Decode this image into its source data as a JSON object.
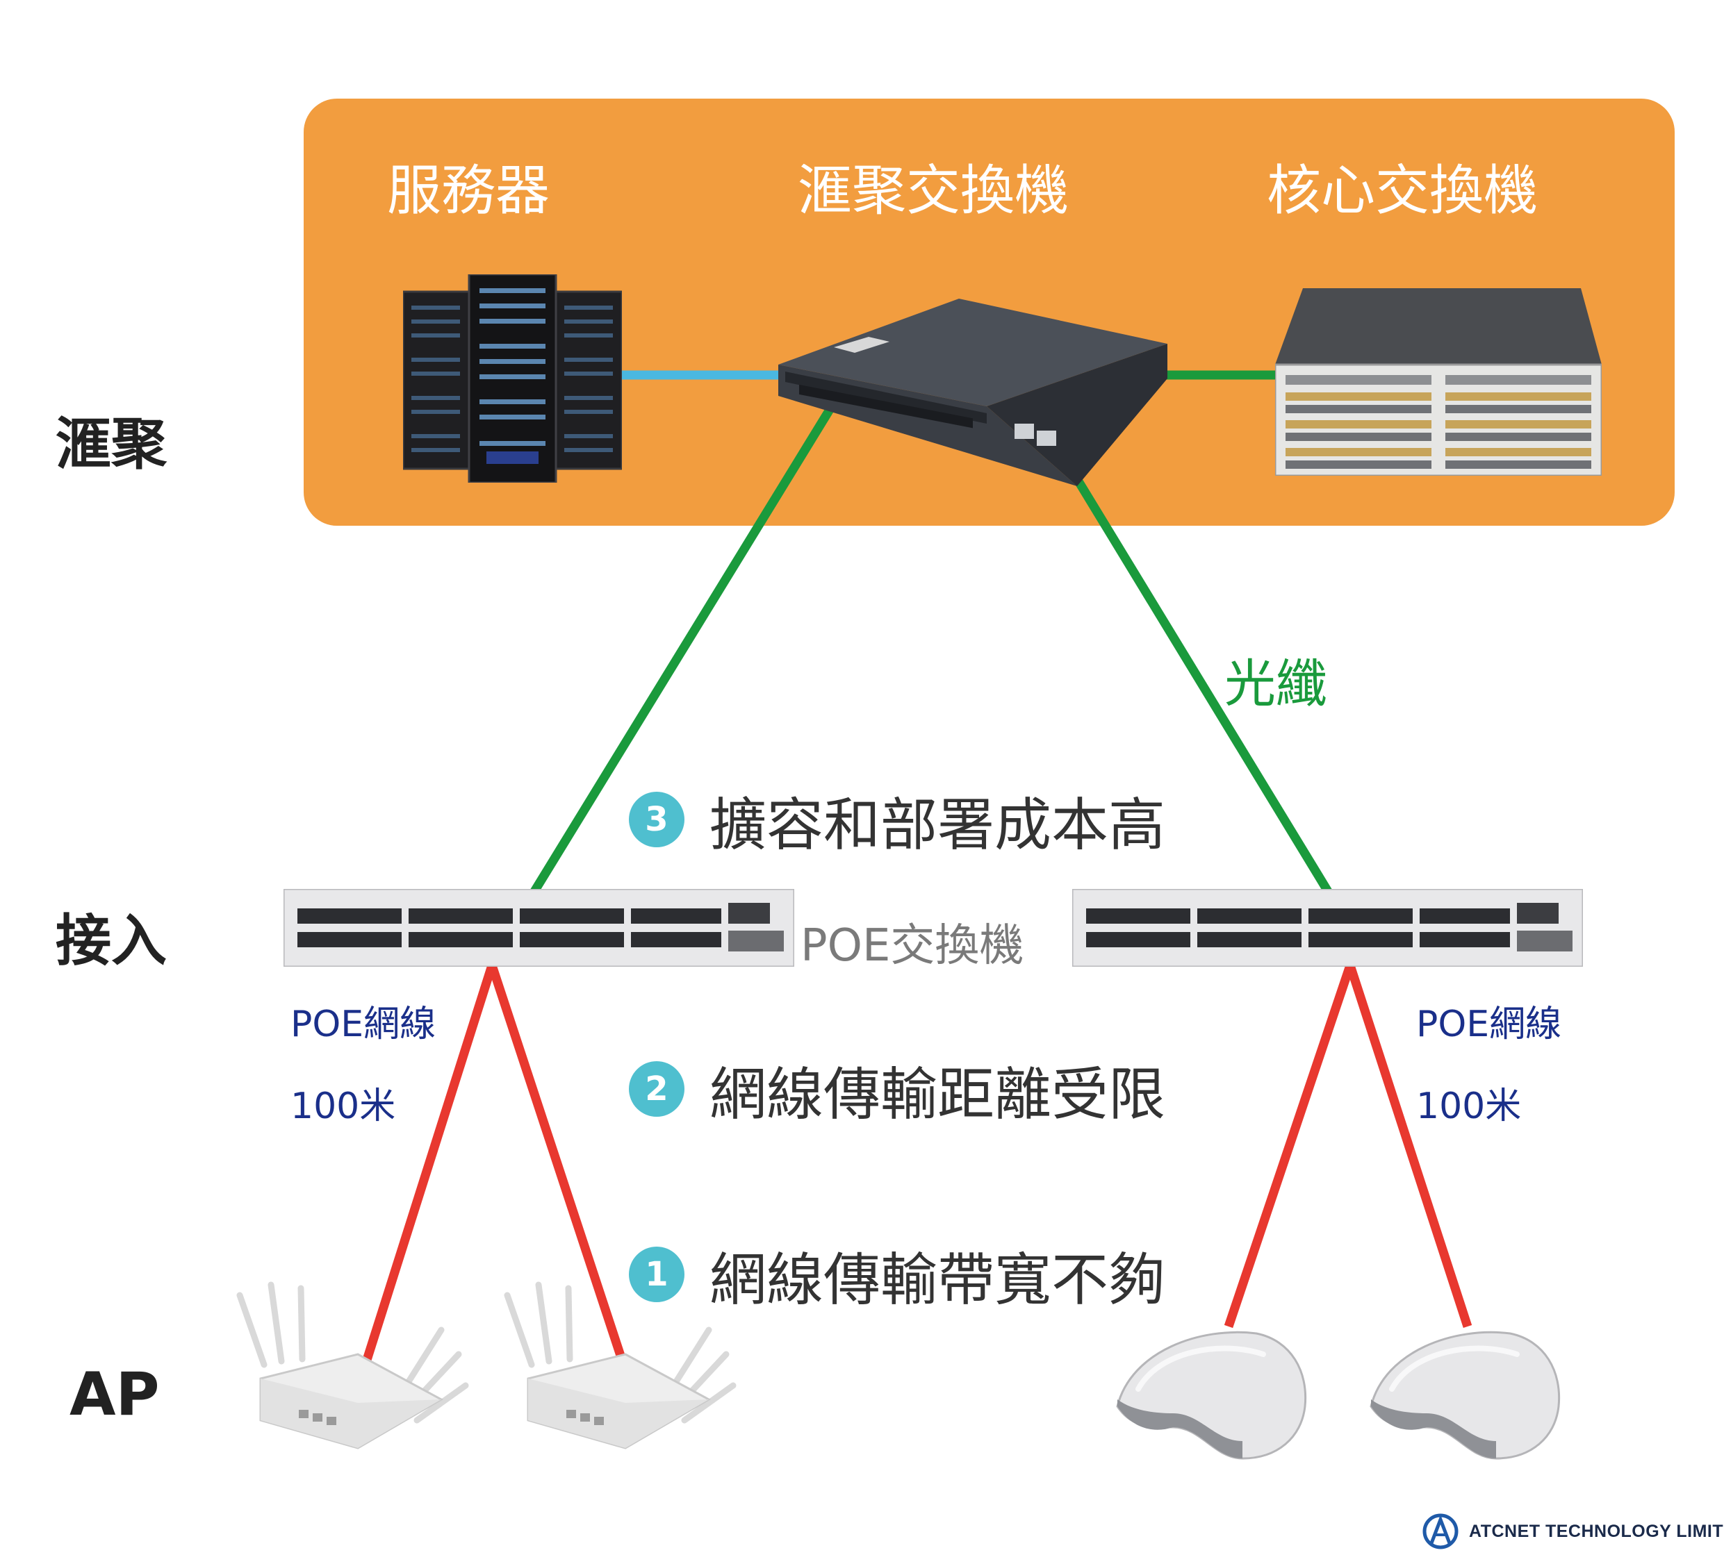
{
  "core_area": {
    "titles": {
      "server": "服務器",
      "aggregation_switch": "滙聚交換機",
      "core_switch": "核心交換機"
    }
  },
  "tiers": {
    "aggregation": "滙聚",
    "access": "接入",
    "ap": "AP"
  },
  "fiber_label": "光纖",
  "reasons": [
    {
      "number": "3",
      "text": "擴容和部署成本高"
    },
    {
      "number": "2",
      "text": "網線傳輸距離受限"
    },
    {
      "number": "1",
      "text": "網線傳輸帶寬不夠"
    }
  ],
  "poe_switch_label": "POE交換機",
  "cable_labels": {
    "left": {
      "type": "POE網線",
      "length": "100米"
    },
    "right": {
      "type": "POE網線",
      "length": "100米"
    }
  },
  "brand": {
    "name": "ATCNET TECHNOLOGY LIMITED"
  },
  "colors": {
    "panel": "#f29d3f",
    "fiber_line": "#1a9a3c",
    "server_link": "#4ab8e0",
    "poe_cable": "#e8382f",
    "badge": "#4fbfcf"
  },
  "icons": [
    "server-rack-icon",
    "aggregation-switch-icon",
    "core-switch-chassis-icon",
    "poe-switch-icon",
    "antenna-ap-icon",
    "dome-ap-icon",
    "atcnet-logo-icon"
  ]
}
